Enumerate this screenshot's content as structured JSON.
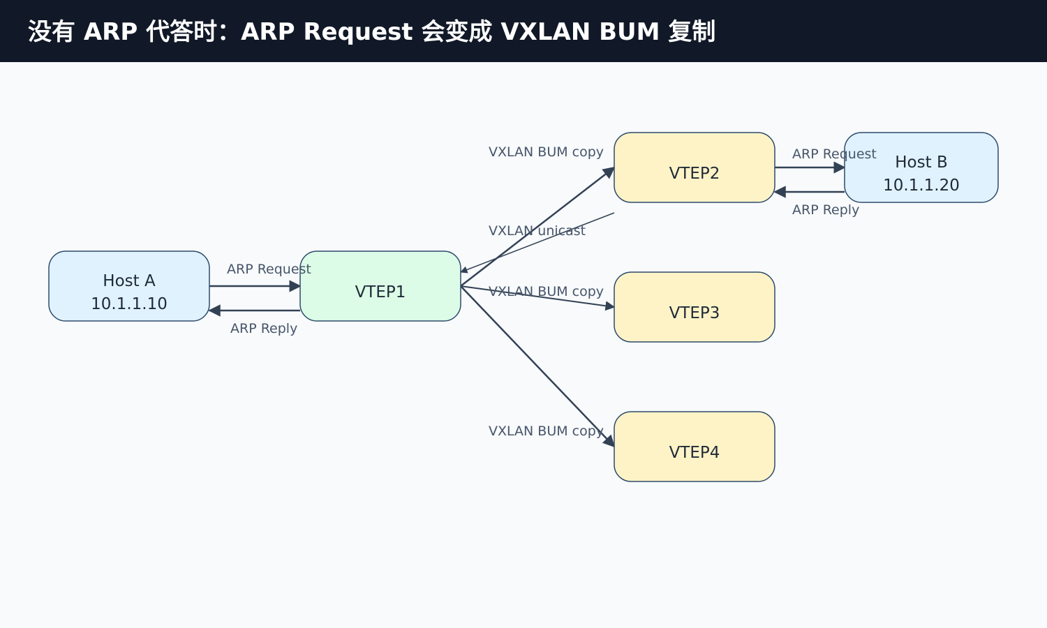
{
  "header": {
    "title": "没有 ARP 代答时：ARP Request 会变成 VXLAN BUM 复制"
  },
  "nodes": {
    "host_a": {
      "name": "Host A",
      "ip": "10.1.1.10"
    },
    "vtep1": {
      "name": "VTEP1"
    },
    "vtep2": {
      "name": "VTEP2"
    },
    "vtep3": {
      "name": "VTEP3"
    },
    "vtep4": {
      "name": "VTEP4"
    },
    "host_b": {
      "name": "Host B",
      "ip": "10.1.1.20"
    }
  },
  "edges": {
    "a_to_v1": "ARP Request",
    "v1_to_a": "ARP Reply",
    "v1_to_v2": "VXLAN BUM copy",
    "v1_to_v3": "VXLAN BUM copy",
    "v1_to_v4": "VXLAN BUM copy",
    "v2_to_v1": "VXLAN unicast",
    "v2_to_b": "ARP Request",
    "b_to_v2": "ARP Reply"
  },
  "colors": {
    "host_fill": "#e0f2fe",
    "vtep1_fill": "#dcfce7",
    "vtep_remote_fill": "#fef3c7",
    "node_stroke": "#2d4a6b",
    "arrow": "#334155"
  }
}
